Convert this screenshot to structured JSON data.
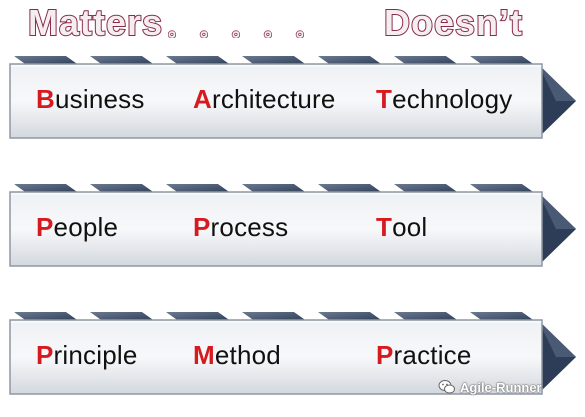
{
  "header": {
    "left_word": "Matters",
    "separator": "。。。。。",
    "right_word": "Doesn’t"
  },
  "rows": [
    {
      "words": [
        {
          "initial": "B",
          "rest": "usiness"
        },
        {
          "initial": "A",
          "rest": "rchitecture"
        },
        {
          "initial": "T",
          "rest": "echnology"
        }
      ]
    },
    {
      "words": [
        {
          "initial": "P",
          "rest": "eople"
        },
        {
          "initial": "P",
          "rest": "rocess"
        },
        {
          "initial": "T",
          "rest": "ool"
        }
      ]
    },
    {
      "words": [
        {
          "initial": "P",
          "rest": "rinciple"
        },
        {
          "initial": "M",
          "rest": "ethod"
        },
        {
          "initial": "P",
          "rest": "ractice"
        }
      ]
    }
  ],
  "watermark": {
    "text": "Agile-Runner",
    "icon": "wechat-icon"
  },
  "colors": {
    "initial": "#d71920",
    "text": "#111111",
    "title_fill": "#f4eef2",
    "title_stroke": "#8a2a45",
    "arrow_dark": "#2e3f5a",
    "box_light": "#f2f4f7",
    "box_mid": "#d5d9df"
  }
}
